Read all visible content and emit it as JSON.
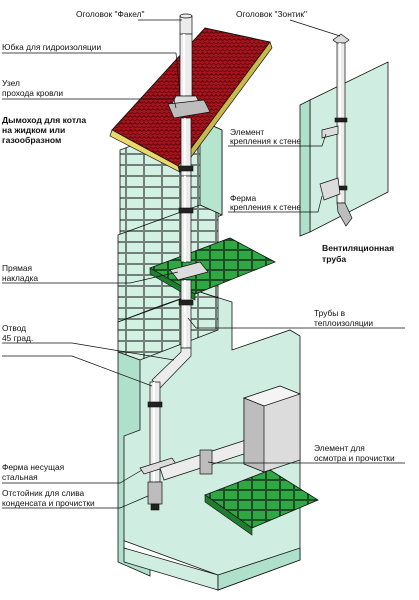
{
  "labels": {
    "fakel_cap": "Оголовок \"Факел\"",
    "zontik_cap": "Оголовок \"Зонтик\"",
    "skirt_line1": "Юбка для гидроизоляции",
    "roof_node_line1": "Узел",
    "roof_node_line2": "прохода кровли",
    "boiler_chimney_line1": "Дымоход для котла",
    "boiler_chimney_line2": "на жидком или",
    "boiler_chimney_line3": "газообразном",
    "wall_element_line1": "Элемент",
    "wall_element_line2": "крепления к стене",
    "truss_wall_line1": "Ферма",
    "truss_wall_line2": "крепления к стене",
    "vent_pipe_line1": "Вентиляционная",
    "vent_pipe_line2": "труба",
    "straight_overlay_line1": "Прямая",
    "straight_overlay_line2": "накладка",
    "insulated_pipes_line1": "Трубы в",
    "insulated_pipes_line2": "теплоизоляции",
    "bend_line1": "Отвод",
    "bend_line2": "45 град.",
    "inspection_line1": "Элемент для",
    "inspection_line2": "осмотра и прочистки",
    "steel_truss_line1": "Ферма несущая",
    "steel_truss_line2": "стальная",
    "condensate_line1": "Отстойник для слива",
    "condensate_line2": "конденсата и прочистки"
  },
  "colors": {
    "roof": "#a3141c",
    "wall": "#cfeee1",
    "floor_tile": "#29a33f",
    "pipe": "#ececec"
  }
}
